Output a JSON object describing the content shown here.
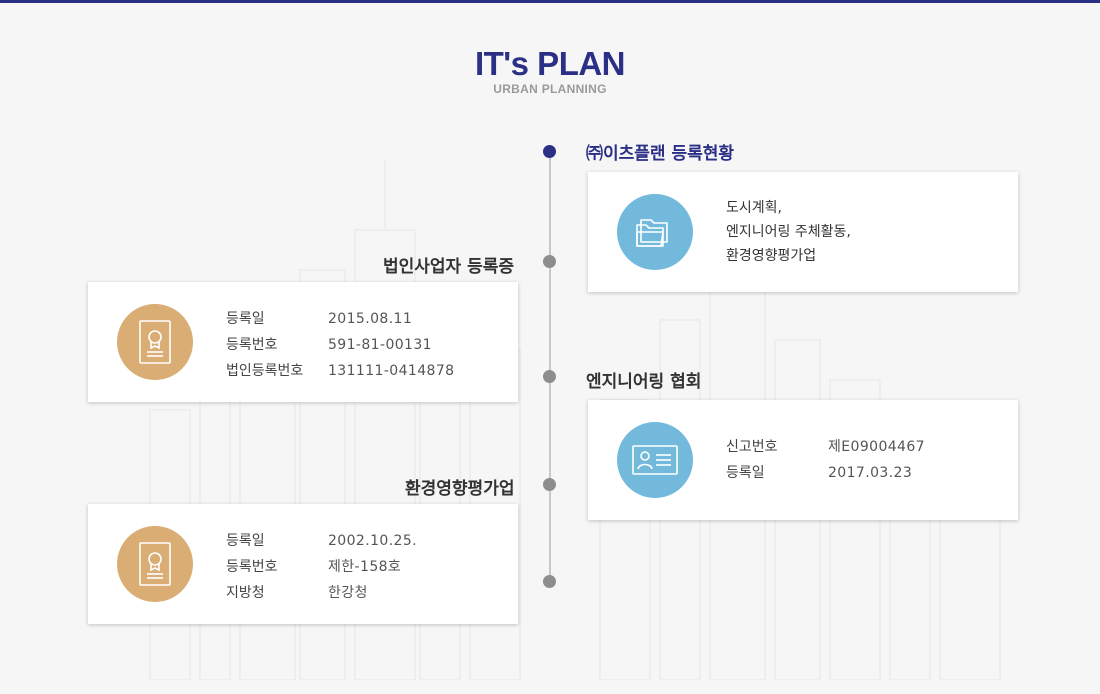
{
  "brand": {
    "title": "IT's PLAN",
    "subtitle": "URBAN PLANNING"
  },
  "colors": {
    "primary": "#2b2f86",
    "gold": "#d9ad74",
    "blue": "#73b9db",
    "timeline": "#c9c9cc",
    "dot": "#8d8d8f"
  },
  "sections": {
    "company": {
      "heading": "㈜이츠플랜 등록현황",
      "icon": "folder-icon",
      "lines": [
        "도시계획,",
        "엔지니어링 주체활동,",
        "환경영향평가업"
      ]
    },
    "corporate": {
      "heading": "법인사업자 등록증",
      "icon": "certificate-icon",
      "rows": [
        {
          "label": "등록일",
          "value": "2015.08.11"
        },
        {
          "label": "등록번호",
          "value": "591-81-00131"
        },
        {
          "label": "법인등록번호",
          "value": "131111-0414878"
        }
      ]
    },
    "engineering": {
      "heading": "엔지니어링 협회",
      "icon": "id-card-icon",
      "rows": [
        {
          "label": "신고번호",
          "value": "제E09004467"
        },
        {
          "label": "등록일",
          "value": "2017.03.23"
        }
      ]
    },
    "environment": {
      "heading": "환경영향평가업",
      "icon": "certificate-icon",
      "rows": [
        {
          "label": "등록일",
          "value": "2002.10.25."
        },
        {
          "label": "등록번호",
          "value": "제한-158호"
        },
        {
          "label": "지방청",
          "value": "한강청"
        }
      ]
    }
  }
}
